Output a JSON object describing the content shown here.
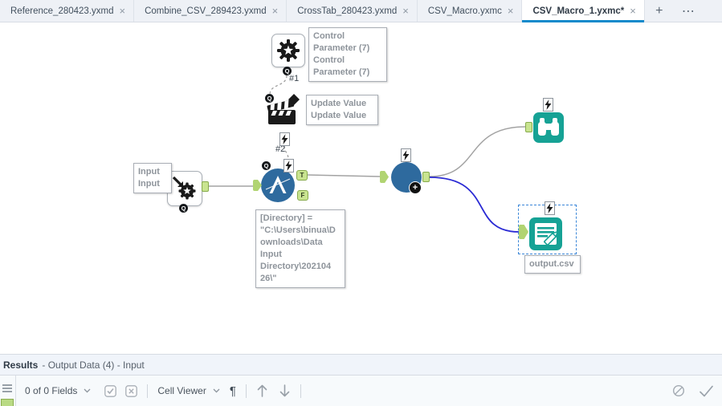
{
  "colors": {
    "accent_blue": "#128acb",
    "selection_blue": "#3a86d8",
    "connection_blue": "#2a2ad4",
    "connection_grey": "#a3a3a3",
    "tool_teal": "#16a295",
    "tool_blue": "#2e6a9e",
    "anchor_green": "#c9e490",
    "anchor_green_border": "#87ab4c"
  },
  "tab_bar": {
    "tabs": [
      {
        "label": "Reference_280423.yxmd"
      },
      {
        "label": "Combine_CSV_289423.yxmd"
      },
      {
        "label": "CrossTab_280423.yxmd"
      },
      {
        "label": "CSV_Macro.yxmc"
      },
      {
        "label": "CSV_Macro_1.yxmc*"
      }
    ],
    "close_glyph": "×",
    "new_tab_glyph": "+",
    "more_glyph": "⋯"
  },
  "canvas": {
    "labels": {
      "connection1": "#1",
      "connection2": "#2",
      "q_anchor": "Q",
      "true_anchor": "T",
      "false_anchor": "F",
      "plus_badge": "+"
    },
    "annotations": {
      "control_parameter": "Control\nParameter (7)\nControl\nParameter (7)",
      "update_value": "Update Value\nUpdate Value",
      "macro_input": "Input\nInput",
      "directory": "[Directory] =\n\"C:\\Users\\binua\\D\nownloads\\Data\nInput\nDirectory\\202104\n26\\\"",
      "output_file": "output.csv"
    }
  },
  "results_panel": {
    "title": "Results",
    "context": "- Output Data (4) - Input",
    "toolbar": {
      "fields_summary": "0 of 0 Fields",
      "cell_viewer_label": "Cell Viewer",
      "pilcrow_glyph": "¶"
    }
  }
}
